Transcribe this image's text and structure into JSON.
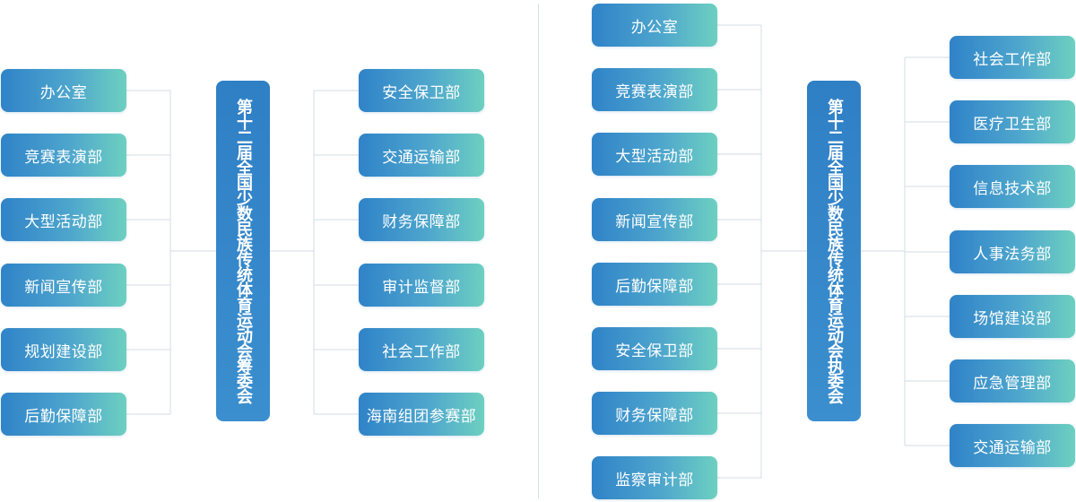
{
  "left": {
    "center_title": "第十二届全国少数民族传统体育运动会筹委会",
    "left_departments": [
      "办公室",
      "竞赛表演部",
      "大型活动部",
      "新闻宣传部",
      "规划建设部",
      "后勤保障部"
    ],
    "right_departments": [
      "安全保卫部",
      "交通运输部",
      "财务保障部",
      "审计监督部",
      "社会工作部",
      "海南组团参赛部"
    ]
  },
  "right": {
    "center_title": "第十二届全国少数民族传统体育运动会执委会",
    "left_departments": [
      "办公室",
      "竞赛表演部",
      "大型活动部",
      "新闻宣传部",
      "后勤保障部",
      "安全保卫部",
      "财务保障部",
      "监察审计部"
    ],
    "right_departments": [
      "社会工作部",
      "医疗卫生部",
      "信息技术部",
      "人事法务部",
      "场馆建设部",
      "应急管理部",
      "交通运输部"
    ]
  },
  "colors": {
    "node_gradient_start": "#2f83c8",
    "node_gradient_end": "#6dd0c0",
    "center_fill": "#2f7fc5",
    "connector": "#d3dce4",
    "divider": "#cfe0ec"
  }
}
